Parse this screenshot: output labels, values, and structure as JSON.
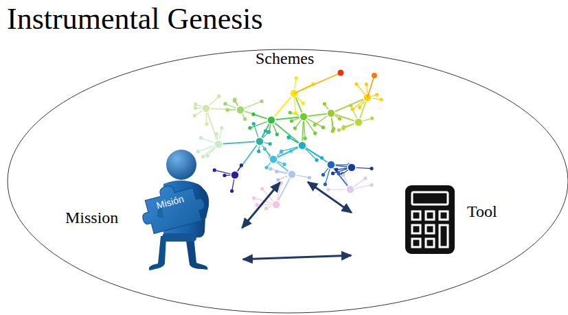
{
  "diagram": {
    "title": "Instrumental Genesis",
    "nodes": [
      {
        "text": [
          "Schemes"
        ]
      },
      {
        "text": [
          "Mission"
        ]
      },
      {
        "text": [
          "Tool"
        ]
      }
    ],
    "edges": [
      {
        "from": 1,
        "to": 0,
        "arrow": "both"
      },
      {
        "from": 0,
        "to": 2,
        "arrow": "both"
      },
      {
        "from": 1,
        "to": 2,
        "arrow": "both"
      }
    ],
    "labels": [
      "Misión"
    ]
  }
}
